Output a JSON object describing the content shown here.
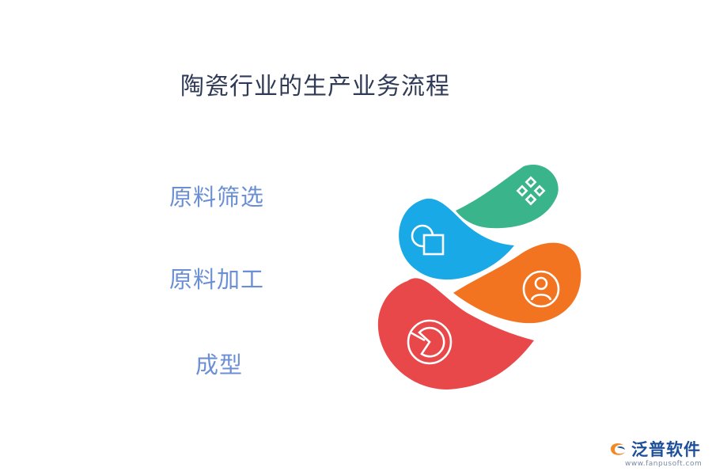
{
  "title": "陶瓷行业的生产业务流程",
  "steps": [
    {
      "label": "原料筛选"
    },
    {
      "label": "原料加工"
    },
    {
      "label": "成型"
    }
  ],
  "petals": [
    {
      "color": "#3ab48a",
      "icon": "grid-diamonds-icon"
    },
    {
      "color": "#18a9e6",
      "icon": "shapes-icon"
    },
    {
      "color": "#f27420",
      "icon": "user-icon"
    },
    {
      "color": "#e8484a",
      "icon": "pie-chart-icon"
    }
  ],
  "logo": {
    "name": "泛普软件",
    "url": "www.fanpusoft.com"
  }
}
